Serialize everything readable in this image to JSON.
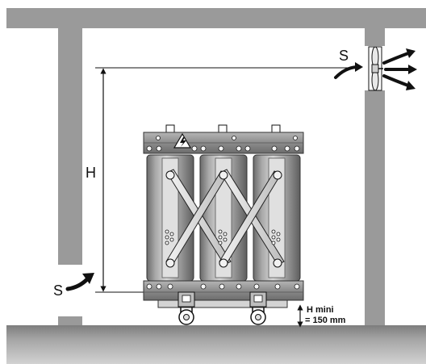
{
  "labels": {
    "height": "H",
    "inlet": "S",
    "outlet": "S",
    "clearance_line1": "H mini",
    "clearance_line2": "= 150 mm"
  },
  "icons": {
    "fan": "fan-icon",
    "warning": "high-voltage-warning-icon",
    "inlet_arrow": "air-inlet-arrow-icon",
    "outlet_arrows": "air-outlet-arrows-icon"
  },
  "colors": {
    "wall": "#9a9a9a",
    "coil_dark": "#6f6f6f",
    "coil_light": "#c4c4c4",
    "frame": "#8a8a8a",
    "ink": "#111111"
  }
}
